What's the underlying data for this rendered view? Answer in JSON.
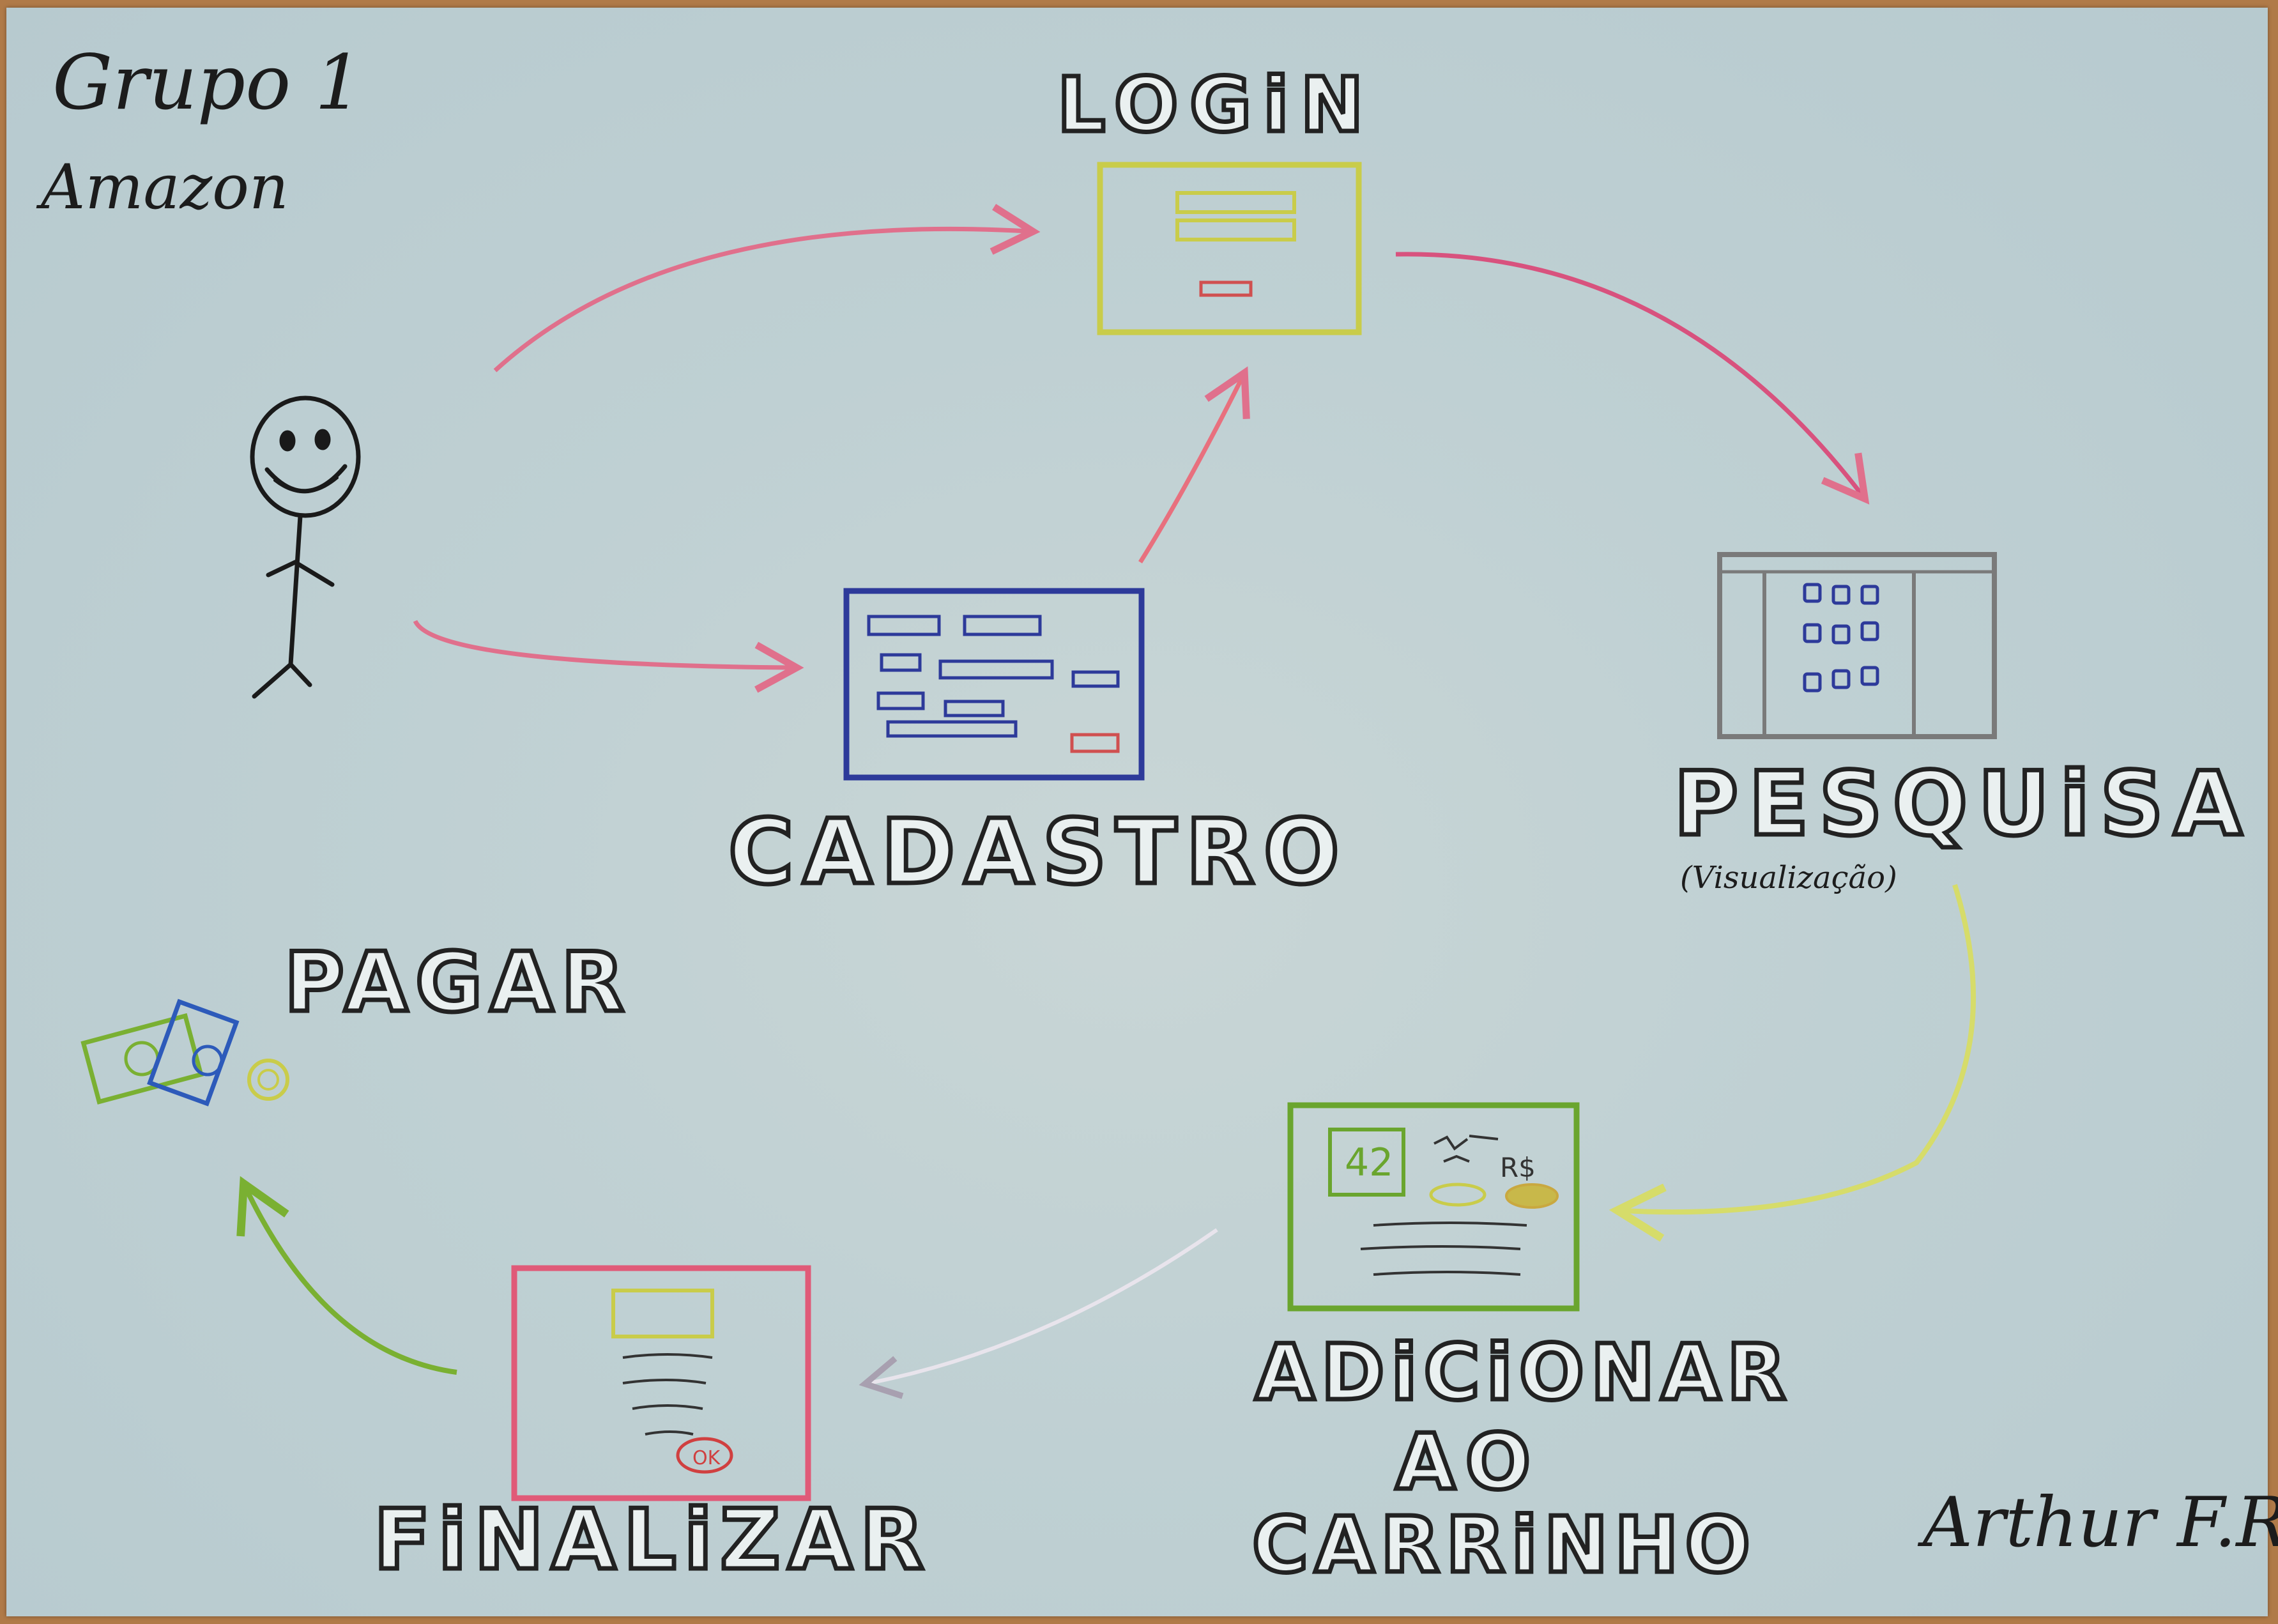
{
  "header": {
    "group": "Grupo 1",
    "subject": "Amazon"
  },
  "steps": {
    "login": "LOGiN",
    "cadastro": "CADASTRO",
    "pesquisa": "PESQUiSA",
    "pesquisa_note": "(Visualização)",
    "adicionar": [
      "ADiCiONAR",
      "AO",
      "CARRiNHO"
    ],
    "finalizar": "FiNALiZAR",
    "pagar": "PAGAR"
  },
  "finalizar_button": "OK",
  "signature": "Arthur F.R.",
  "colors": {
    "paper": "#b9ccd1",
    "arrow_pink": "#e0708c",
    "arrow_yellow": "#d6dc6a",
    "arrow_green": "#7ab032",
    "arrow_white": "#e8e4ec",
    "login_frame": "#c9cc4a",
    "cadastro_frame": "#2d3a9a",
    "pesquisa_frame": "#7a7a7a",
    "carrinho_frame": "#6aa52e",
    "finalizar_frame": "#e05a78"
  }
}
